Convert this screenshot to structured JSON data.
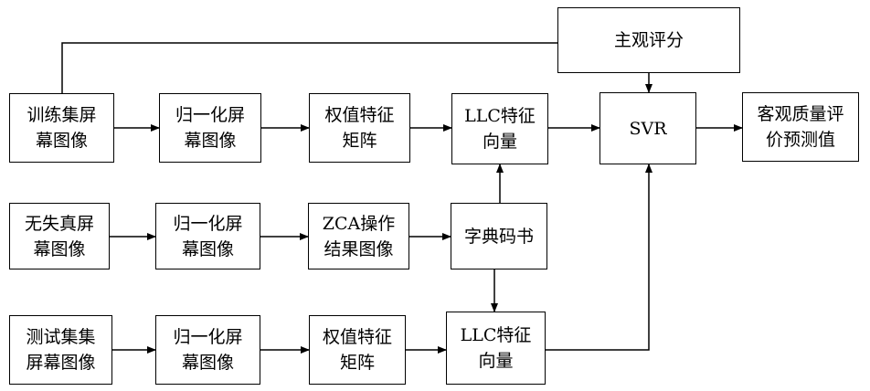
{
  "diagram": {
    "nodes": {
      "subjective_score": "主观评分",
      "train_images": "训练集屏\n幕图像",
      "train_normalized": "归一化屏\n幕图像",
      "train_weight_matrix": "权值特征\n矩阵",
      "train_llc_vector": "LLC特征\n向量",
      "svr": "SVR",
      "objective_quality": "客观质量评\n价预测值",
      "undistorted_images": "无失真屏\n幕图像",
      "undistorted_normalized": "归一化屏\n幕图像",
      "zca_result": "ZCA操作\n结果图像",
      "dictionary_codebook": "字典码书",
      "test_images": "测试集集\n屏幕图像",
      "test_normalized": "归一化屏\n幕图像",
      "test_weight_matrix": "权值特征\n矩阵",
      "test_llc_vector": "LLC特征\n向量"
    }
  }
}
